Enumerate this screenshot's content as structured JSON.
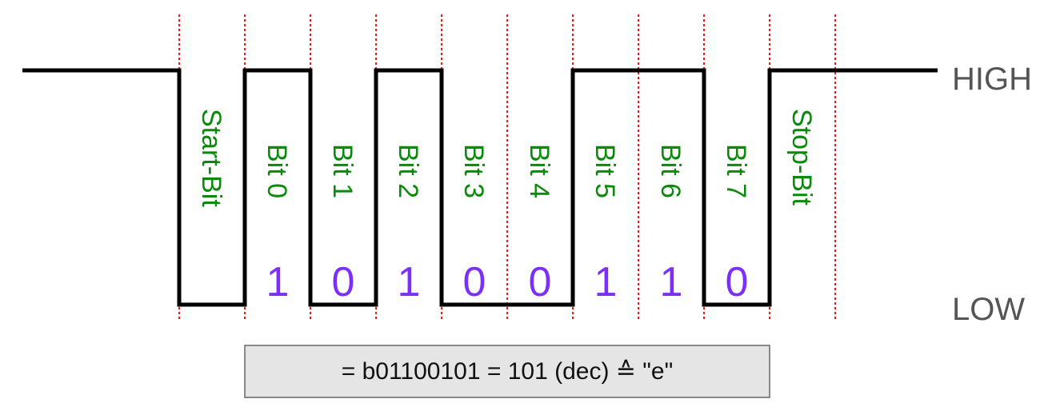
{
  "levels": {
    "high": "HIGH",
    "low": "LOW"
  },
  "slots": [
    {
      "label": "Start-Bit",
      "level": 0,
      "value": null
    },
    {
      "label": "Bit 0",
      "level": 1,
      "value": "1"
    },
    {
      "label": "Bit 1",
      "level": 0,
      "value": "0"
    },
    {
      "label": "Bit 2",
      "level": 1,
      "value": "1"
    },
    {
      "label": "Bit 3",
      "level": 0,
      "value": "0"
    },
    {
      "label": "Bit 4",
      "level": 0,
      "value": "0"
    },
    {
      "label": "Bit 5",
      "level": 1,
      "value": "1"
    },
    {
      "label": "Bit 6",
      "level": 1,
      "value": "1"
    },
    {
      "label": "Bit 7",
      "level": 0,
      "value": "0"
    },
    {
      "label": "Stop-Bit",
      "level": 1,
      "value": null
    }
  ],
  "idle_level": 1,
  "result": {
    "text": "=  b01100101  =  101 (dec)  ≙   \"e\""
  },
  "colors": {
    "signal": "#000000",
    "divider": "#e0201c",
    "slot_label": "#0a8a0a",
    "bit_value": "#7b2ff7",
    "level_label": "#555555",
    "result_box_fill": "#e5e5e5",
    "result_box_stroke": "#666666"
  }
}
